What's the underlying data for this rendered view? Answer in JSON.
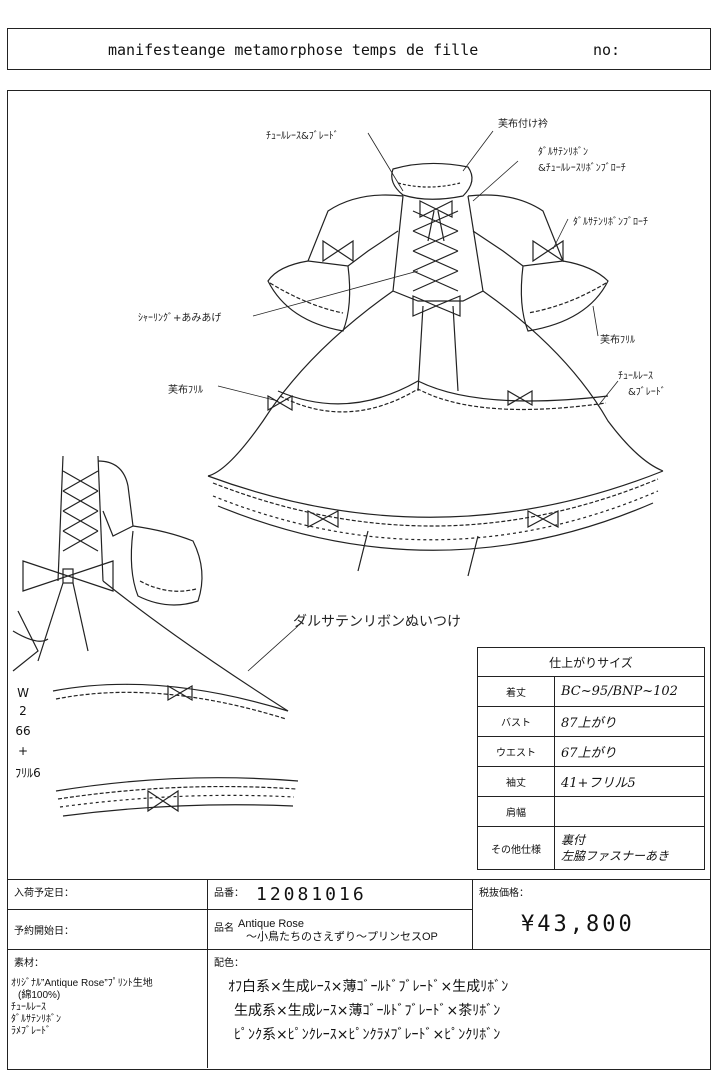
{
  "header": {
    "title": "manifesteange metamorphose temps de fille",
    "no_label": "no:"
  },
  "illustration": {
    "notes": {
      "tulle_braid_top": "ﾁｭｰﾙﾚｰｽ&ﾌﾞﾚｰﾄﾞ",
      "cotton_collar": "芙布付け衿",
      "satin_ribbon_brooch_1": "ﾀﾞﾙｻﾃﾝﾘﾎﾞﾝ",
      "satin_ribbon_brooch_2": "&ﾁｭｰﾙﾚｰｽﾘﾎﾞﾝﾌﾞﾛｰﾁ",
      "satin_ribbon_brooch_sleeve": "ﾀﾞﾙｻﾃﾝﾘﾎﾞﾝﾌﾞﾛｰﾁ",
      "shirring_lace_up": "ｼｬｰﾘﾝｸﾞ+あみあげ",
      "cotton_frill_right": "芙布ﾌﾘﾙ",
      "cotton_frill_left": "芙布ﾌﾘﾙ",
      "tulle_braid_right_1": "ﾁｭｰﾙﾚｰｽ",
      "tulle_braid_right_2": "&ﾌﾞﾚｰﾄﾞ",
      "satin_ribbon_sewn": "ダルサテンリボンぬいつけ"
    },
    "width_note": [
      "W",
      "2",
      "66",
      "+",
      "ﾌﾘﾙ6"
    ]
  },
  "size_table": {
    "title": "仕上がりサイズ",
    "rows": [
      {
        "label": "着丈",
        "value": "BC~95/BNP~102"
      },
      {
        "label": "バスト",
        "value": "87上がり"
      },
      {
        "label": "ウエスト",
        "value": "67上がり"
      },
      {
        "label": "袖丈",
        "value": "41+フリル5"
      },
      {
        "label": "肩幅",
        "value": ""
      },
      {
        "label": "その他仕様",
        "value": "裏付",
        "value2": "左脇ファスナーあき"
      }
    ]
  },
  "info": {
    "arrival_label": "入荷予定日：",
    "product_no_label": "品番：",
    "product_no": "12081016",
    "price_label": "税抜価格：",
    "price": "¥43,800",
    "reservation_label": "予約開始日：",
    "product_name_label": "品名",
    "product_name_1": "Antique Rose",
    "product_name_2": "〜小鳥たちのさえずり〜プリンセスOP",
    "material_label": "素材：",
    "materials": [
      "ｵﾘｼﾞﾅﾙ”Antique Rose”ﾌﾟﾘﾝﾄ生地",
      "(綿100%)",
      "ﾁｭｰﾙﾚｰｽ",
      "ﾀﾞﾙｻﾃﾝﾘﾎﾞﾝ",
      "ﾗﾒﾌﾞﾚｰﾄﾞ"
    ],
    "color_label": "配色：",
    "colors": [
      "ｵﾌ白系×生成ﾚｰｽ×薄ｺﾞｰﾙﾄﾞﾌﾞﾚｰﾄﾞ×生成ﾘﾎﾞﾝ",
      "生成系×生成ﾚｰｽ×薄ｺﾞｰﾙﾄﾞﾌﾞﾚｰﾄﾞ×茶ﾘﾎﾞﾝ",
      "ﾋﾟﾝｸ系×ﾋﾟﾝｸﾚｰｽ×ﾋﾟﾝｸﾗﾒﾌﾞﾚｰﾄﾞ×ﾋﾟﾝｸﾘﾎﾞﾝ"
    ]
  }
}
